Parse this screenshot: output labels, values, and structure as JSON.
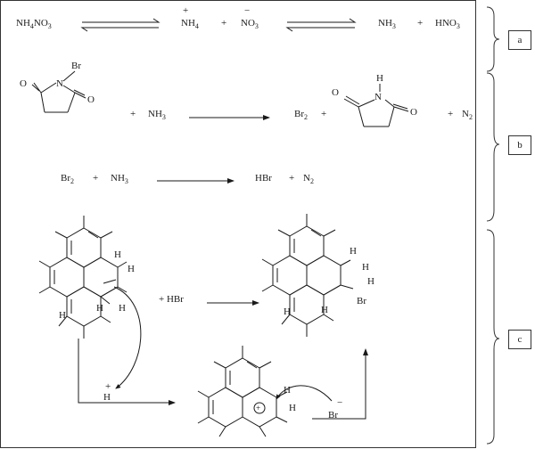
{
  "reaction_a": {
    "reactant": "NH",
    "reactant_sub1": "4",
    "reactant_mid": "NO",
    "reactant_sub2": "3",
    "ion1_sign": "+",
    "ion1": "NH",
    "ion1_sub": "4",
    "plus1": "+",
    "ion2_sign": "−",
    "ion2": "NO",
    "ion2_sub": "3",
    "prod1": "NH",
    "prod1_sub": "3",
    "plus2": "+",
    "prod2": "HNO",
    "prod2_sub": "3"
  },
  "reaction_b1": {
    "nbs_br": "Br",
    "nbs_n": "N",
    "nbs_o1": "O",
    "nbs_o2": "O",
    "plus1": "+",
    "nh3": "NH",
    "nh3_sub": "3",
    "br2": "Br",
    "br2_sub": "2",
    "plus2": "+",
    "suc_h": "H",
    "suc_n": "N",
    "suc_o1": "O",
    "suc_o2": "O",
    "plus3": "+",
    "n2": "N",
    "n2_sub": "2"
  },
  "reaction_b2": {
    "br2": "Br",
    "br2_sub": "2",
    "plus1": "+",
    "nh3": "NH",
    "nh3_sub": "3",
    "hbr": "HBr",
    "plus2": "+",
    "n2": "N",
    "n2_sub": "2"
  },
  "reaction_c": {
    "plus_hbr": "+ HBr",
    "h_labels": [
      "H",
      "H",
      "H",
      "H",
      "H"
    ],
    "product_h_labels": [
      "H",
      "H",
      "H",
      "H",
      "H"
    ],
    "product_br": "Br",
    "proton_sign": "+",
    "proton": "H",
    "cation_h_labels": [
      "H",
      "H"
    ],
    "cation_charge": "+",
    "bromide_sign": "−",
    "bromide": "Br"
  },
  "labels": {
    "a": "a",
    "b": "b",
    "c": "c"
  },
  "colors": {
    "ink": "#1a1a1a",
    "frame": "#333333"
  }
}
